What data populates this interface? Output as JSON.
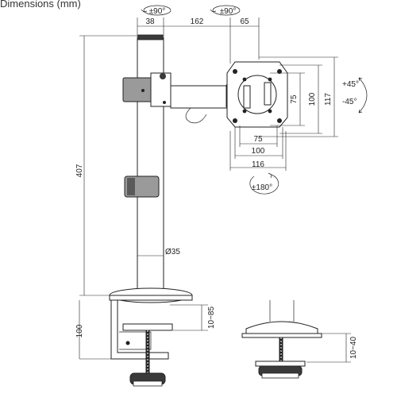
{
  "header": {
    "title": "Dimensions (mm)"
  },
  "labels": {
    "rot_left": "±90°",
    "rot_right": "±90°",
    "dim_38": "38",
    "dim_162": "162",
    "dim_65": "65",
    "dim_407": "407",
    "dim_diam35": "Ø35",
    "dim_75v": "75",
    "dim_100v": "100",
    "dim_117": "117",
    "dim_75h": "75",
    "dim_100h": "100",
    "dim_116": "116",
    "rot_180": "±180°",
    "tilt_up": "+45°",
    "tilt_down": "-45°",
    "dim_10_85": "10~85",
    "dim_100_base": "100",
    "dim_10_40": "10~40"
  }
}
